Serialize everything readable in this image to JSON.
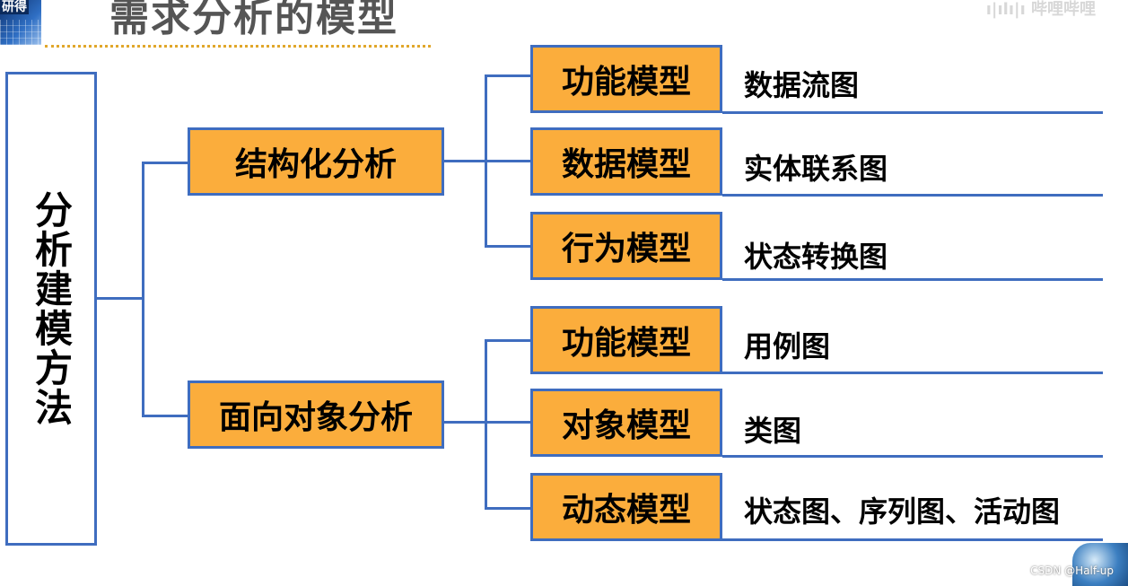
{
  "header": {
    "title": "需求分析的模型",
    "logo_text": "研得",
    "watermark_top": "ı|ılı|ı 哔哩哔哩",
    "watermark_bottom": "CSDN @Half-up"
  },
  "root": {
    "label": "分析建模方法"
  },
  "branches": [
    {
      "label": "结构化分析",
      "children": [
        {
          "model": "功能模型",
          "diagram": "数据流图"
        },
        {
          "model": "数据模型",
          "diagram": "实体联系图"
        },
        {
          "model": "行为模型",
          "diagram": "状态转换图"
        }
      ]
    },
    {
      "label": "面向对象分析",
      "children": [
        {
          "model": "功能模型",
          "diagram": "用例图"
        },
        {
          "model": "对象模型",
          "diagram": "类图"
        },
        {
          "model": "动态模型",
          "diagram": "状态图、序列图、活动图"
        }
      ]
    }
  ],
  "colors": {
    "box_fill": "#fbad3c",
    "border": "#3f6dbf",
    "title_text": "#555555",
    "title_rule": "#e1a72b"
  }
}
